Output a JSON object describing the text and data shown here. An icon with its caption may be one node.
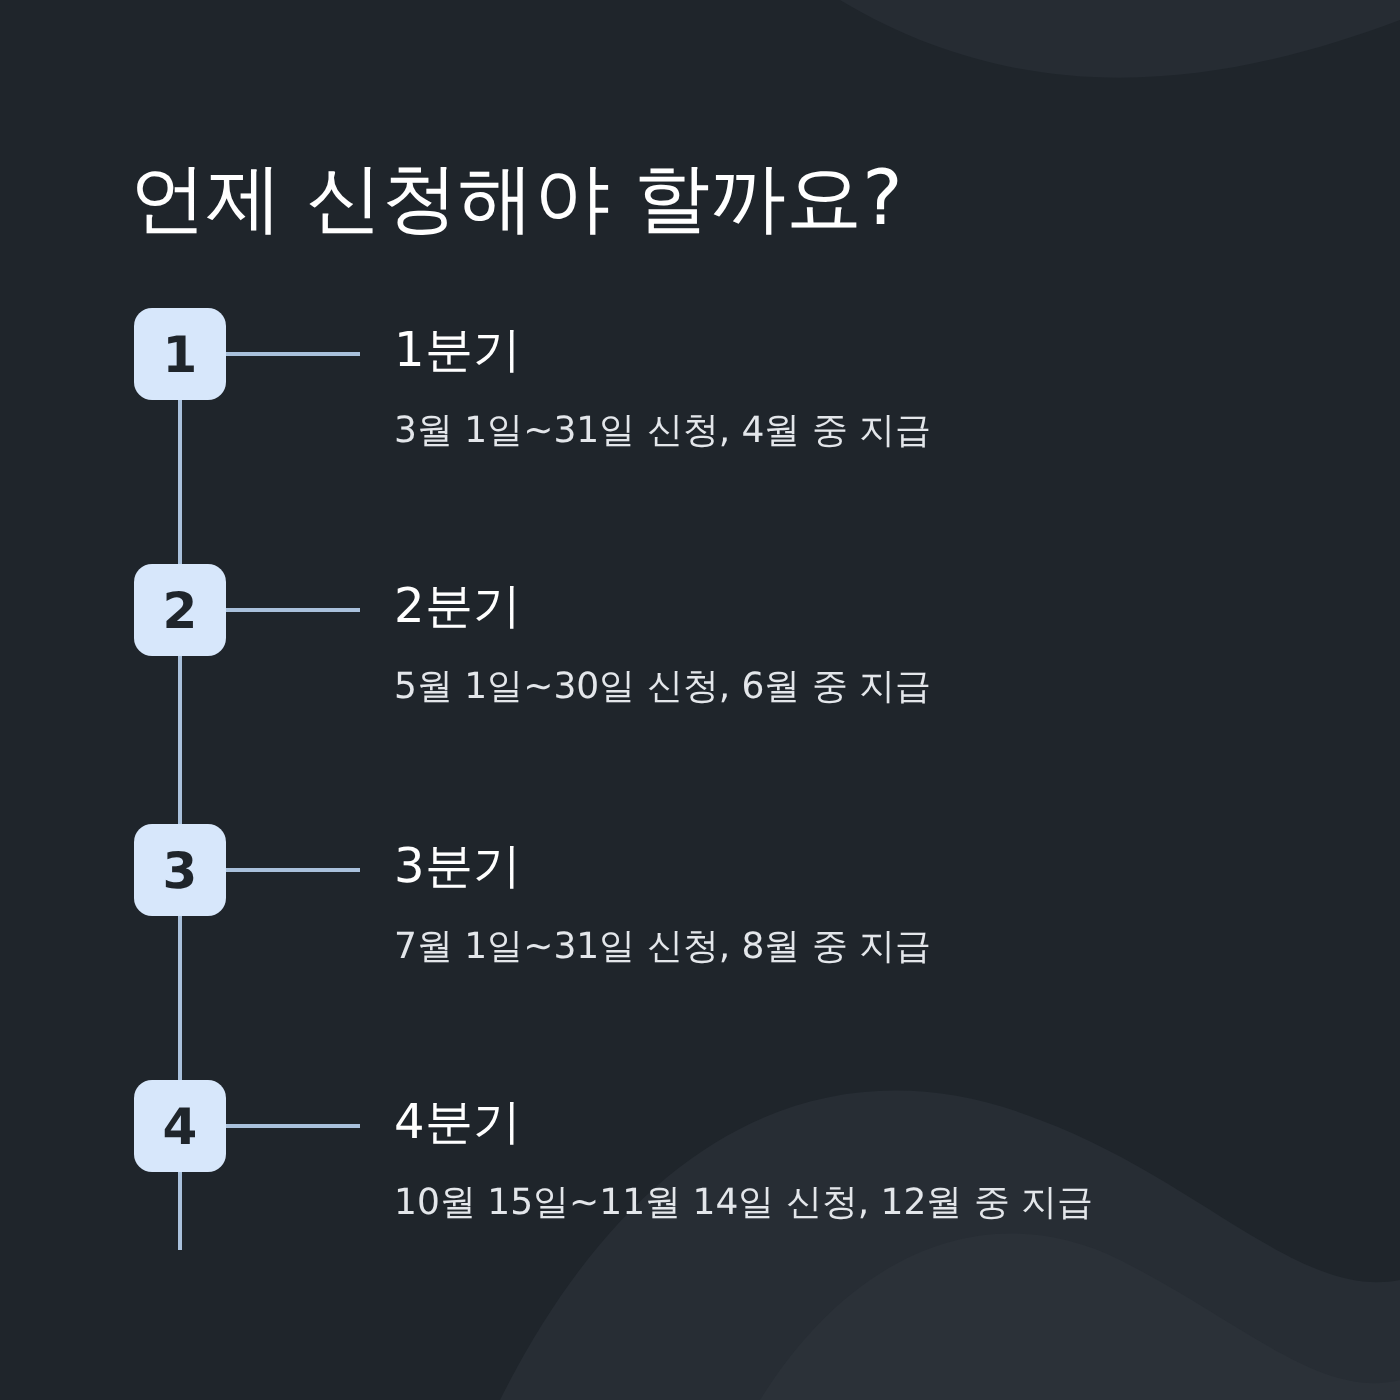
{
  "diagram": {
    "title": "언제 신청해야 할까요?",
    "nodes": [
      {
        "text": [
          "1"
        ]
      },
      {
        "text": [
          "1분기",
          "3월 1일~31일 신청, 4월 중 지급"
        ]
      },
      {
        "text": [
          "2"
        ]
      },
      {
        "text": [
          "2분기",
          "5월 1일~30일 신청, 6월 중 지급"
        ]
      },
      {
        "text": [
          "3"
        ]
      },
      {
        "text": [
          "3분기",
          "7월 1일~31일 신청, 8월 중 지급"
        ]
      },
      {
        "text": [
          "4"
        ]
      },
      {
        "text": [
          "4분기",
          "10월 15일~11월 14일 신청, 12월 중 지급"
        ]
      }
    ],
    "edges": [
      {
        "from": 0,
        "to": 1,
        "arrow": "none"
      },
      {
        "from": 2,
        "to": 3,
        "arrow": "none"
      },
      {
        "from": 4,
        "to": 5,
        "arrow": "none"
      },
      {
        "from": 6,
        "to": 7,
        "arrow": "none"
      },
      {
        "from": 0,
        "to": 2,
        "arrow": "none"
      },
      {
        "from": 2,
        "to": 4,
        "arrow": "none"
      },
      {
        "from": 4,
        "to": 6,
        "arrow": "none"
      },
      {
        "from": 6,
        "to": null,
        "arrow": "none"
      }
    ]
  }
}
